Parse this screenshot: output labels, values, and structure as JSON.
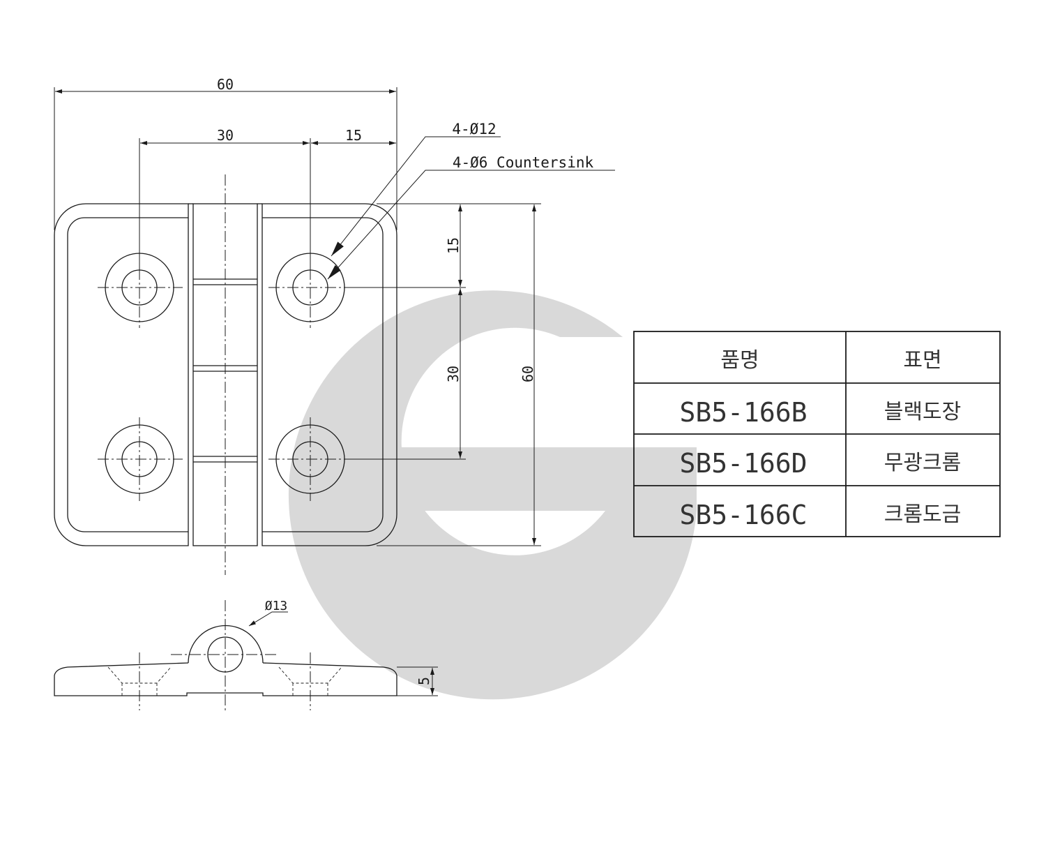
{
  "watermark": {
    "color": "#d9d9d9"
  },
  "dimensions": {
    "top_width": "60",
    "hole_pitch_x": "30",
    "hole_edge_x": "15",
    "hole_edge_y": "15",
    "hole_pitch_y": "30",
    "total_height": "60",
    "thickness": "5",
    "knuckle_diameter": "Ø13"
  },
  "callouts": {
    "outer_hole": "4-Ø12",
    "countersink": "4-Ø6 Countersink"
  },
  "spec_table": {
    "headers": [
      "품명",
      "표면"
    ],
    "rows": [
      {
        "part": "SB5-166B",
        "surface": "블랙도장"
      },
      {
        "part": "SB5-166D",
        "surface": "무광크롬"
      },
      {
        "part": "SB5-166C",
        "surface": "크롬도금"
      }
    ]
  }
}
